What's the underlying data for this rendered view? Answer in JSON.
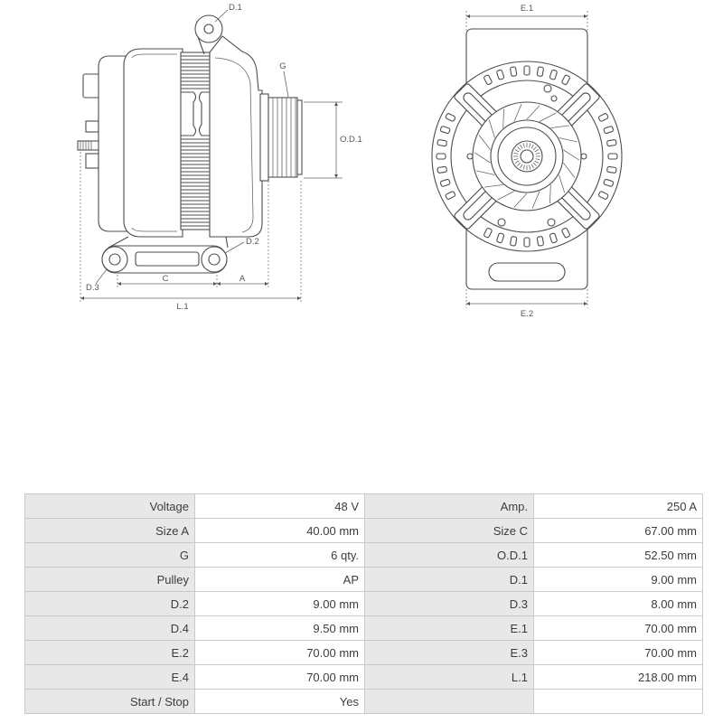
{
  "diagram": {
    "side_view_labels": {
      "d1": "D.1",
      "g": "G",
      "od1": "O.D.1",
      "d2": "D.2",
      "d3": "D.3",
      "c": "C",
      "a": "A",
      "l1": "L.1"
    },
    "front_view_labels": {
      "e1": "E.1",
      "e2": "E.2"
    }
  },
  "specs": {
    "rows": [
      {
        "left_label": "Voltage",
        "left_value": "48 V",
        "right_label": "Amp.",
        "right_value": "250 A"
      },
      {
        "left_label": "Size A",
        "left_value": "40.00 mm",
        "right_label": "Size C",
        "right_value": "67.00 mm"
      },
      {
        "left_label": "G",
        "left_value": "6 qty.",
        "right_label": "O.D.1",
        "right_value": "52.50 mm"
      },
      {
        "left_label": "Pulley",
        "left_value": "AP",
        "right_label": "D.1",
        "right_value": "9.00 mm"
      },
      {
        "left_label": "D.2",
        "left_value": "9.00 mm",
        "right_label": "D.3",
        "right_value": "8.00 mm"
      },
      {
        "left_label": "D.4",
        "left_value": "9.50 mm",
        "right_label": "E.1",
        "right_value": "70.00 mm"
      },
      {
        "left_label": "E.2",
        "left_value": "70.00 mm",
        "right_label": "E.3",
        "right_value": "70.00 mm"
      },
      {
        "left_label": "E.4",
        "left_value": "70.00 mm",
        "right_label": "L.1",
        "right_value": "218.00 mm"
      },
      {
        "left_label": "Start / Stop",
        "left_value": "Yes"
      }
    ]
  },
  "colors": {
    "label_bg": "#e8e8e8",
    "value_bg": "#ffffff",
    "border": "#c9c9c9",
    "text": "#3c3c3c",
    "line": "#4d4d4d"
  }
}
